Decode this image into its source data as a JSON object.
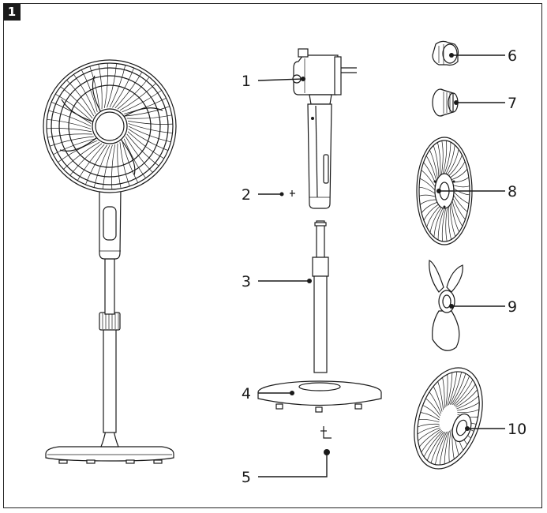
{
  "figure": {
    "number": "1"
  },
  "callouts": [
    {
      "label": "1",
      "part": "motor-head"
    },
    {
      "label": "2",
      "part": "screw"
    },
    {
      "label": "3",
      "part": "telescopic-pole"
    },
    {
      "label": "4",
      "part": "base"
    },
    {
      "label": "5",
      "part": "allen-key"
    },
    {
      "label": "6",
      "part": "rear-guard-nut"
    },
    {
      "label": "7",
      "part": "blade-cap"
    },
    {
      "label": "8",
      "part": "rear-guard"
    },
    {
      "label": "9",
      "part": "fan-blade"
    },
    {
      "label": "10",
      "part": "front-guard"
    }
  ],
  "colors": {
    "line": "#1a1a1a",
    "background": "#ffffff"
  }
}
